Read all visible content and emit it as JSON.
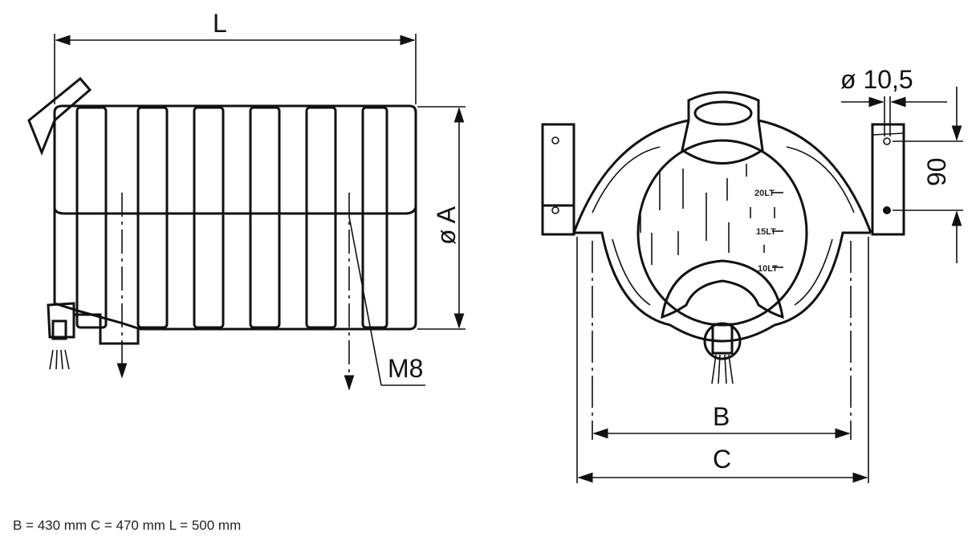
{
  "side_view": {
    "length_label": "L",
    "diameter_label": "ø A",
    "thread_label": "M8"
  },
  "front_view": {
    "hole_label": "ø 10,5",
    "spacing_label": "90",
    "width_b_label": "B",
    "width_c_label": "C",
    "level_marks": [
      "20LT",
      "15LT",
      "10LT"
    ]
  },
  "caption": "B = 430 mm C = 470 mm L = 500 mm"
}
